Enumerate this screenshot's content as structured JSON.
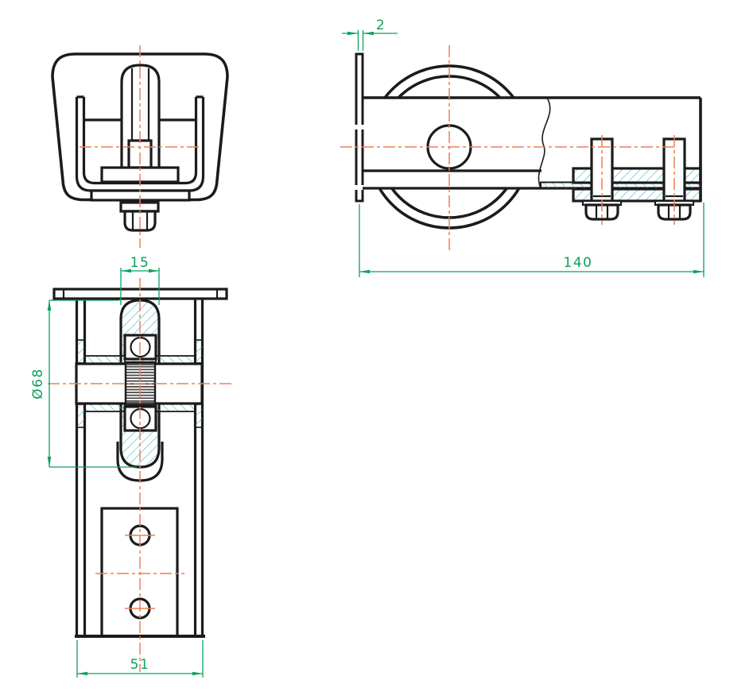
{
  "drawing": {
    "dimensions": {
      "d2": "2",
      "d140": "140",
      "d15": "15",
      "d68": "Ø68",
      "d51": "51"
    },
    "colors": {
      "line": "#1b1b1b",
      "centerline": "#ef7e53",
      "dimension": "#0ba15c",
      "hatch": "#3eb6c6",
      "thread": "#4a4a4a",
      "background": "#ffffff"
    }
  }
}
